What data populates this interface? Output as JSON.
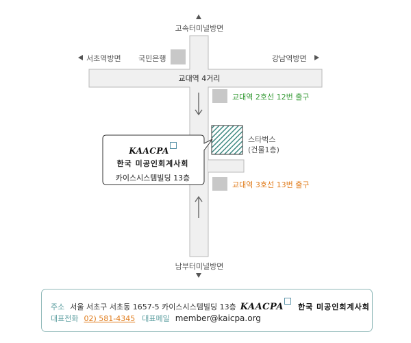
{
  "map": {
    "roads": {
      "north": "고속터미널방면",
      "south": "남부터미널방면",
      "west": "서초역방면",
      "east": "강남역방면",
      "intersection": "교대역 4거리"
    },
    "landmarks": {
      "bank": "국민은행",
      "starbucks": "스타벅스",
      "starbucks_note": "(건물1층)"
    },
    "exits": {
      "line2": {
        "label": "교대역 2호선 12번 출구",
        "color": "#339933"
      },
      "line3": {
        "label": "교대역 3호선 13번 출구",
        "color": "#e07b1a"
      }
    },
    "callout": {
      "logo": "KAACPA",
      "org": "한국 미공인회계사회",
      "building": "카이스시스템빌딩 13층"
    }
  },
  "footer": {
    "address_label": "주소",
    "address": "서울 서초구 서초동 1657-5 카이스시스템빌딩 13층",
    "logo": "KAACPA",
    "org": "한국 미공인회계사회",
    "phone_label": "대표전화",
    "phone": "02) 581-4345",
    "email_label": "대표메일",
    "email": "member@kaicpa.org"
  },
  "colors": {
    "road_fill": "#f0f0f0",
    "road_stroke": "#b8b8b8",
    "block_gray": "#c8c8c8",
    "building_teal": "#3f8a83",
    "footer_border": "#8fb8b8"
  }
}
